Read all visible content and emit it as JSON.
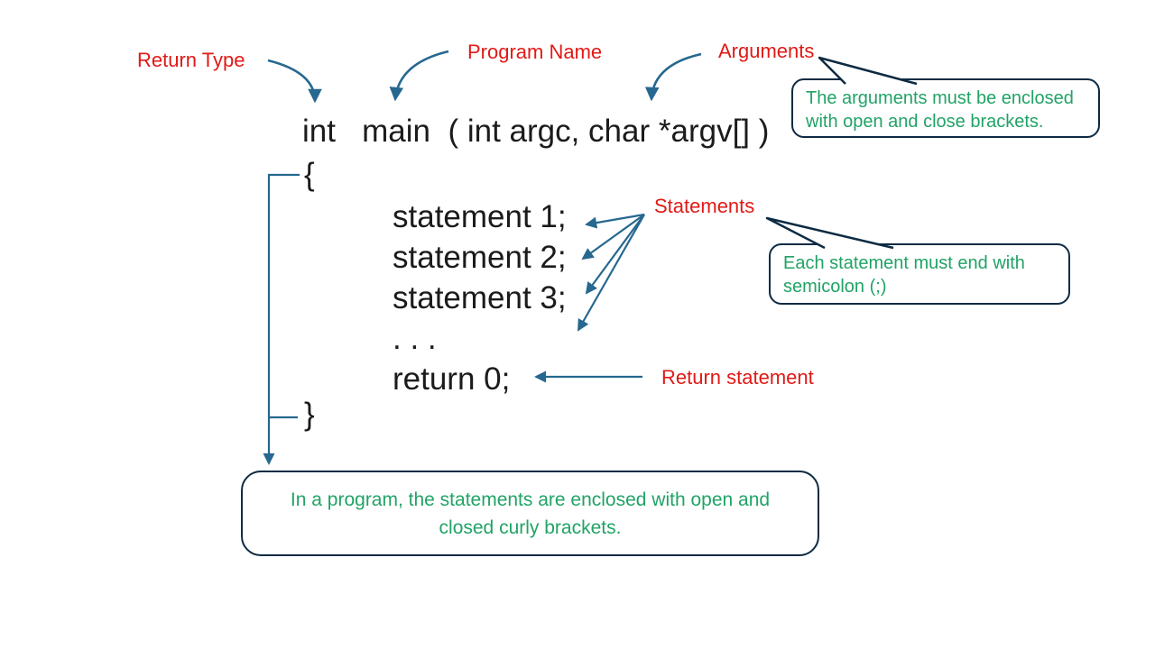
{
  "labels": {
    "return_type": "Return Type",
    "program_name": "Program Name",
    "arguments": "Arguments",
    "statements": "Statements",
    "return_statement": "Return statement"
  },
  "code": {
    "signature": "int   main  ( int argc, char *argv[] )",
    "open_brace": "{",
    "lines": [
      "statement 1;",
      "statement 2;",
      "statement 3;",
      ". . .",
      "return 0;"
    ],
    "close_brace": "}"
  },
  "callouts": {
    "arguments_note": "The arguments must be enclosed with open and close brackets.",
    "statements_note": "Each statement must end with semicolon (;)",
    "braces_note": "In a program, the statements are enclosed with open and closed curly brackets."
  },
  "colors": {
    "label_red": "#e01a16",
    "note_green": "#21a366",
    "arrow_teal": "#26688f",
    "border_navy": "#0d2b43",
    "code_black": "#1b1b1b",
    "background": "#ffffff"
  }
}
